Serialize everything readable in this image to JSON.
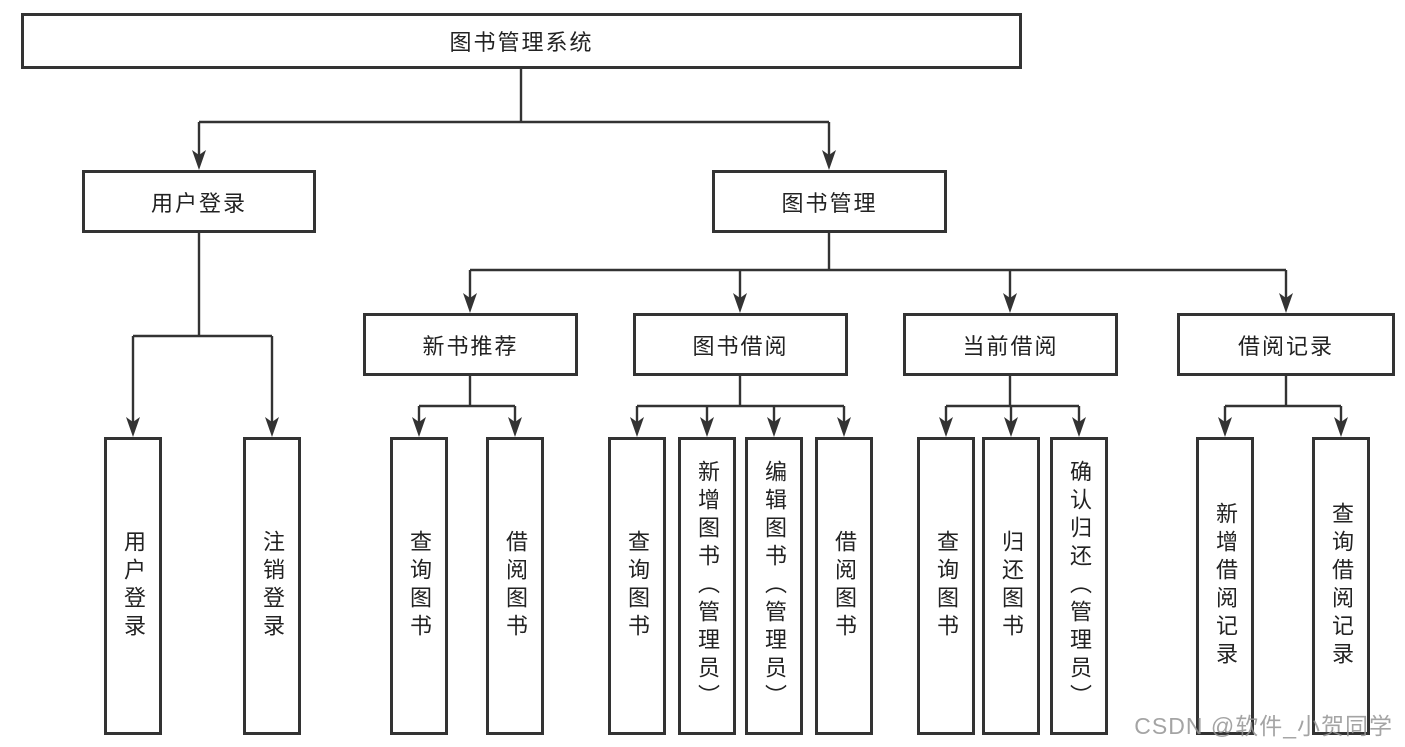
{
  "diagram": {
    "title": "图书管理系统",
    "branches": [
      {
        "label": "用户登录",
        "children": [
          "用户登录",
          "注销登录"
        ]
      },
      {
        "label": "图书管理",
        "children": [
          {
            "label": "新书推荐",
            "children": [
              "查询图书",
              "借阅图书"
            ]
          },
          {
            "label": "图书借阅",
            "children": [
              "查询图书",
              "新增图书（管理员）",
              "编辑图书（管理员）",
              "借阅图书"
            ]
          },
          {
            "label": "当前借阅",
            "children": [
              "查询图书",
              "归还图书",
              "确认归还（管理员）"
            ]
          },
          {
            "label": "借阅记录",
            "children": [
              "新增借阅记录",
              "查询借阅记录"
            ]
          }
        ]
      }
    ]
  },
  "watermark": "CSDN @软件_小贺同学",
  "colors": {
    "line": "#333333",
    "background": "#ffffff",
    "watermark": "#949494"
  }
}
